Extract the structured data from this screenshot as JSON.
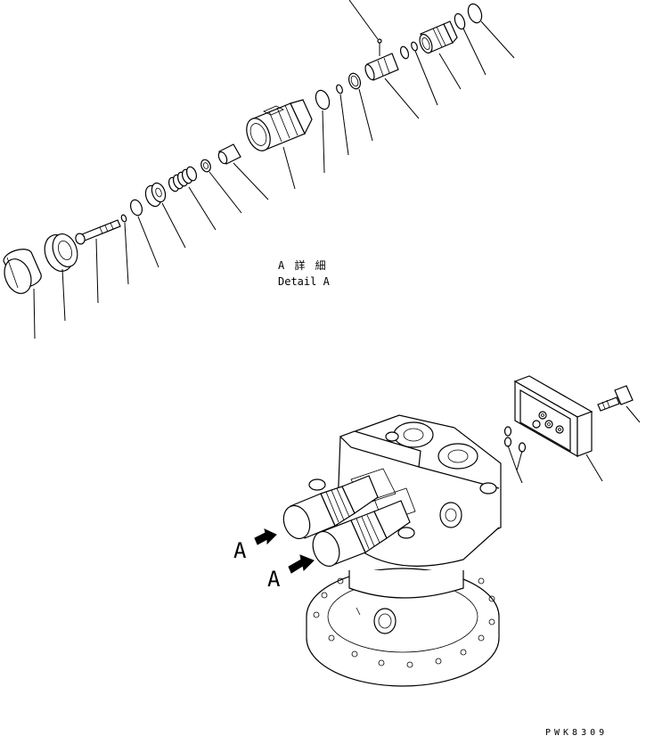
{
  "detail": {
    "title_jp": "A 詳 細",
    "title_en": "Detail A"
  },
  "arrows": {
    "label_upper": "A",
    "label_lower": "A"
  },
  "drawing_code": "PWK8309",
  "colors": {
    "line": "#000000",
    "background": "#ffffff"
  }
}
